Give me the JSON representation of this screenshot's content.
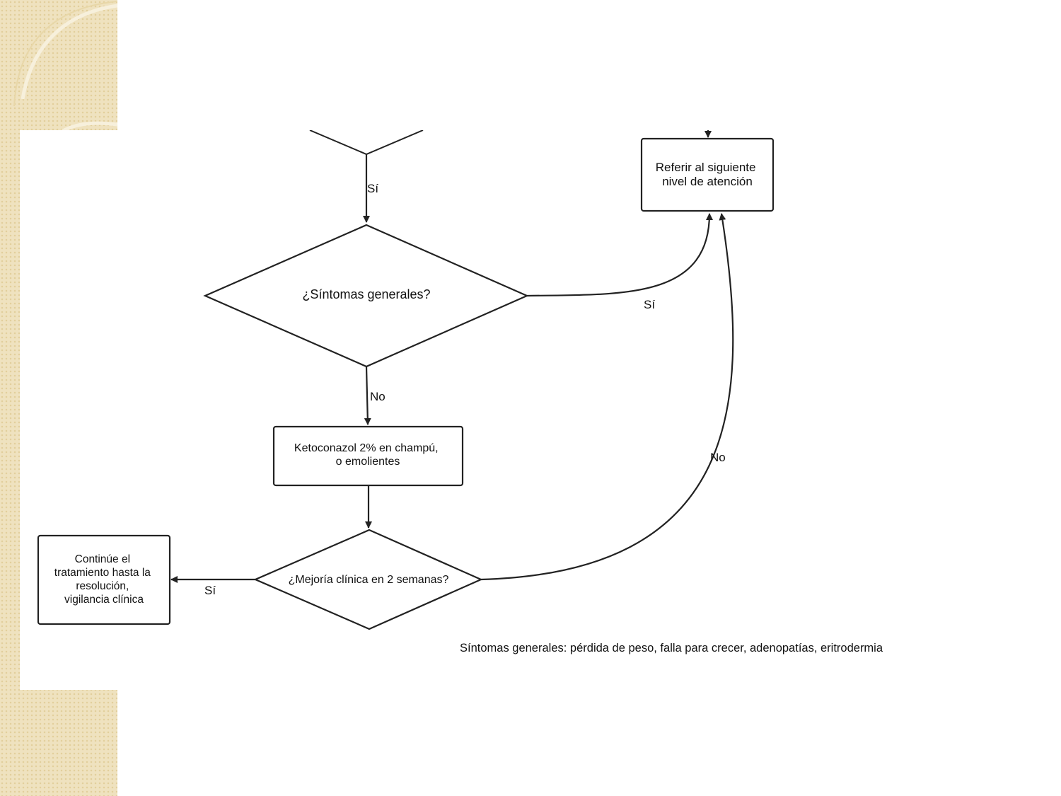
{
  "flowchart": {
    "nodes": {
      "refer": {
        "lines": [
          "Referir al siguiente",
          "nivel de atención"
        ]
      },
      "symptoms_question": {
        "lines": [
          "¿Síntomas generales?"
        ]
      },
      "treatment": {
        "lines": [
          "Ketoconazol 2% en champú,",
          "o emolientes"
        ]
      },
      "improvement_question": {
        "lines": [
          "¿Mejoría clínica en 2 semanas?"
        ]
      },
      "continue": {
        "lines": [
          "Continúe el",
          "tratamiento hasta la",
          "resolución,",
          "vigilancia clínica"
        ]
      }
    },
    "edge_labels": {
      "top_yes": "Sí",
      "symptoms_yes": "Sí",
      "symptoms_no": "No",
      "improvement_yes": "Sí",
      "improvement_no": "No"
    },
    "footnote": "Síntomas generales: pérdida de peso, falla para crecer, adenopatías, eritrodermia"
  },
  "colors": {
    "stroke": "#222222",
    "deco_background": "#efe2bf",
    "deco_arc": "#f7f0dc"
  }
}
